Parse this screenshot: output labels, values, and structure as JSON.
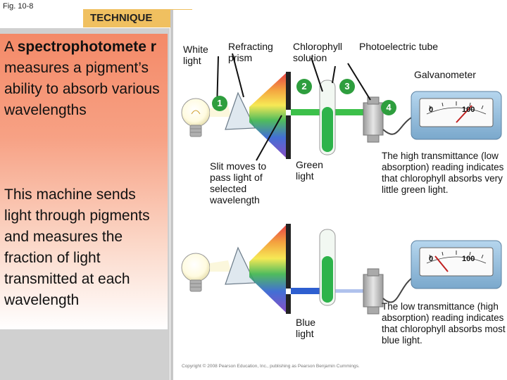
{
  "figure_label": "Fig. 10-8",
  "header": {
    "technique": "TECHNIQUE"
  },
  "description": {
    "p1_a": "A ",
    "p1_b": "spectrophotomete r",
    "p1_c": " measures a pigment’s ability to absorb various wavelengths",
    "p2": "This machine sends light through pigments and measures the fraction of light transmitted at each wavelength"
  },
  "diagram": {
    "white_light": "White light",
    "refracting_prism": "Refracting prism",
    "chlorophyll_solution": "Chlorophyll solution",
    "photoelectric_tube": "Photoelectric tube",
    "galvanometer": "Galvanometer",
    "step_numbers": [
      "1",
      "2",
      "3",
      "4"
    ],
    "slit_label": "Slit moves to pass light of selected wavelength",
    "green_light": "Green light",
    "blue_light": "Blue light",
    "meter_scale_min": "0",
    "meter_scale_max": "100",
    "high_transmittance_note": "The high transmittance (low absorption) reading indicates that chlorophyll absorbs very little green light.",
    "low_transmittance_note": "The low transmittance (high absorption) reading indicates that chlorophyll absorbs most blue light.",
    "copyright": "Copyright © 2008 Pearson Education, Inc., publishing as Pearson Benjamin Cummings."
  },
  "colors": {
    "accent": "#f0c060",
    "panel": "#f48a68",
    "step_badge": "#2e9e3e",
    "meter_body": "#8ab8d8"
  }
}
